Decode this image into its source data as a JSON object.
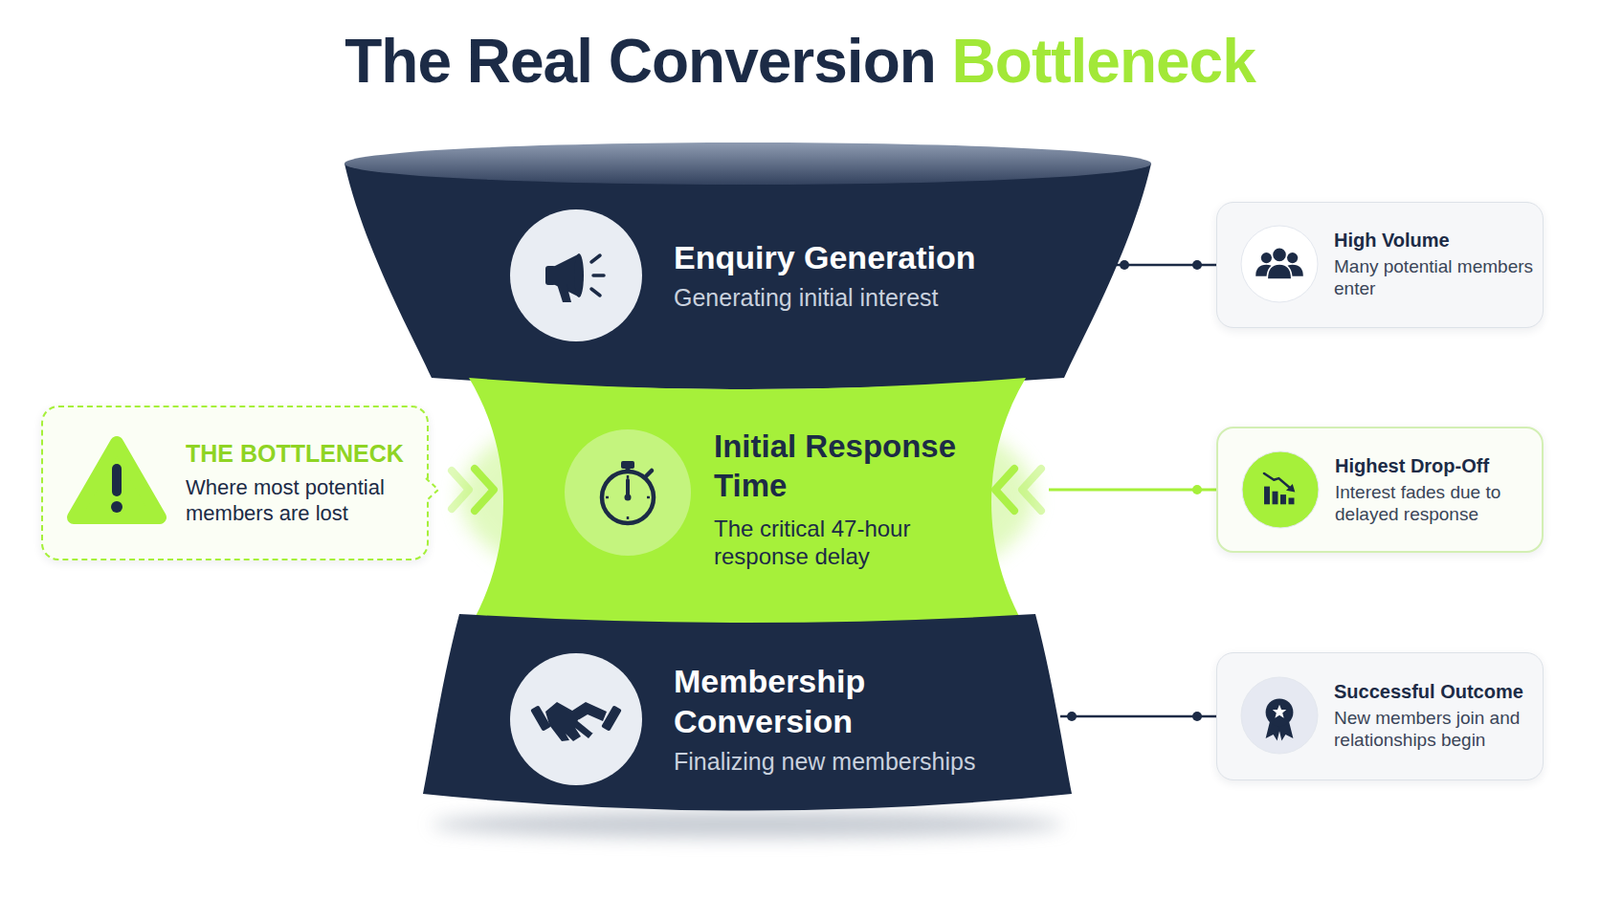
{
  "diagram": {
    "title": "The Real Conversion Bottleneck",
    "nodes": [
      {
        "text": [
          "Enquiry Generation",
          "Generating initial interest"
        ]
      },
      {
        "text": [
          "Initial Response Time",
          "The critical 47-hour response delay"
        ]
      },
      {
        "text": [
          "Membership Conversion",
          "Finalizing new memberships"
        ]
      },
      {
        "text": [
          "THE BOTTLENECK",
          "Where most potential members are lost"
        ]
      },
      {
        "text": [
          "High Volume",
          "Many potential members enter"
        ]
      },
      {
        "text": [
          "Highest Drop-Off",
          "Interest fades due to delayed response"
        ]
      },
      {
        "text": [
          "Successful Outcome",
          "New members join and relationships begin"
        ]
      }
    ],
    "edges": [
      {
        "from": 0,
        "to": 4,
        "arrow": "none"
      },
      {
        "from": 5,
        "to": 1,
        "arrow": "to"
      },
      {
        "from": 2,
        "to": 6,
        "arrow": "none"
      }
    ]
  }
}
